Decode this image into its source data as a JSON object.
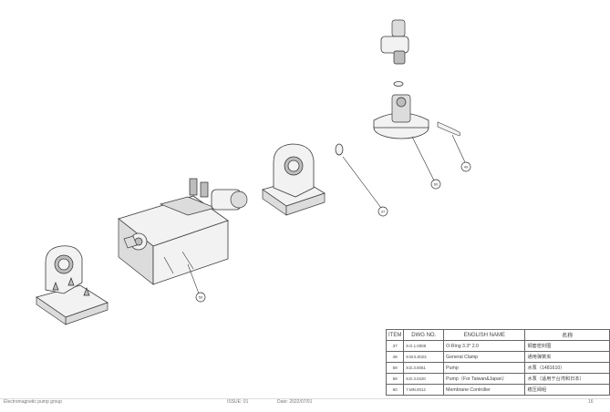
{
  "balloons": [
    {
      "id": "b1",
      "label": "59"
    },
    {
      "id": "b2",
      "label": "37"
    },
    {
      "id": "b3",
      "label": "60"
    },
    {
      "id": "b4",
      "label": "49"
    }
  ],
  "bom": {
    "headers": {
      "item": "ITEM",
      "dwg": "DWG NO.",
      "english": "ENGLISH NAME",
      "chinese": "名称"
    },
    "rows": [
      {
        "item": "37",
        "dwg": "8.G.1.0008",
        "english": "O-Ring    3.3*    2.0",
        "chinese": "钢套密封圈"
      },
      {
        "item": "49",
        "dwg": "8.W.5.0023",
        "english": "General Clamp",
        "chinese": "通用弹簧夹"
      },
      {
        "item": "59",
        "dwg": "8.D.3.0051",
        "english": "Pump",
        "chinese": "水泵（1481610）"
      },
      {
        "item": "59",
        "dwg": "8.D.3.0220",
        "english": "Pump（For Taiwan&Japan）",
        "chinese": "水泵（适用于台湾和日本）"
      },
      {
        "item": "60",
        "dwg": "7.MN.0012",
        "english": "Membrane Controller",
        "chinese": "稳压阀组"
      }
    ]
  },
  "footer": {
    "title": "Electromagnetic pump group",
    "issue": "ISSUE: 01",
    "date": "Date: 2022/07/01",
    "page": "16"
  }
}
